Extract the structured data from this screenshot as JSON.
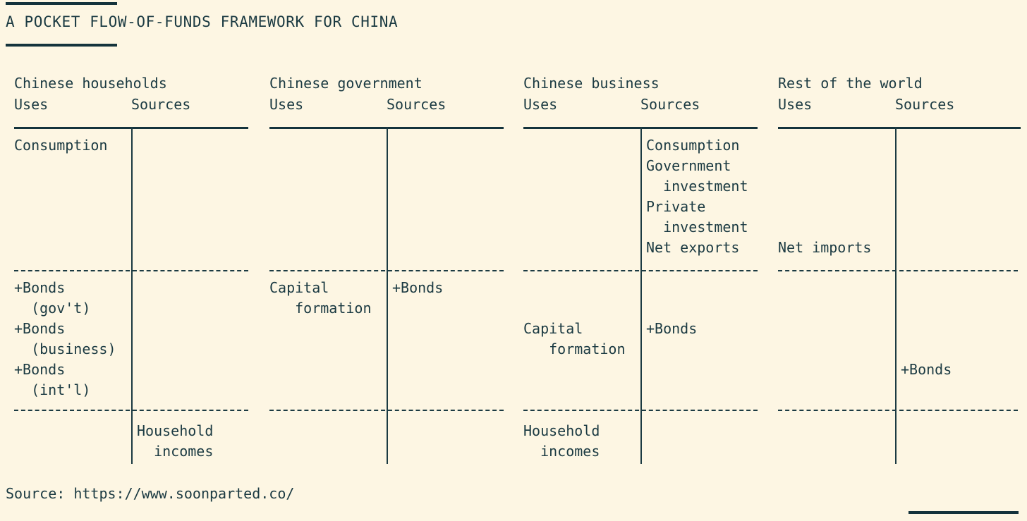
{
  "title": "A POCKET FLOW-OF-FUNDS FRAMEWORK FOR CHINA",
  "source": "Source: https://www.soonparted.co/",
  "colors": {
    "background": "#fdf6e3",
    "ink": "#1b3a42",
    "rule": "#14333c"
  },
  "column_headers": {
    "uses": "Uses",
    "sources": "Sources"
  },
  "sectors": [
    {
      "name": "Chinese households",
      "bands": {
        "top": {
          "uses": [
            "Consumption"
          ],
          "sources": []
        },
        "middle": {
          "uses": [
            "+Bonds",
            "  (gov't)",
            "+Bonds",
            "  (business)",
            "+Bonds",
            "  (int'l)"
          ],
          "sources": []
        },
        "bottom": {
          "uses": [],
          "sources": [
            "Household",
            "  incomes"
          ]
        }
      }
    },
    {
      "name": "Chinese government",
      "bands": {
        "top": {
          "uses": [],
          "sources": []
        },
        "middle": {
          "uses": [
            "Capital",
            "   formation"
          ],
          "sources": [
            "+Bonds"
          ]
        },
        "bottom": {
          "uses": [],
          "sources": []
        }
      }
    },
    {
      "name": "Chinese business",
      "bands": {
        "top": {
          "uses": [],
          "sources": [
            "Consumption",
            "Government",
            "  investment",
            "Private",
            "  investment",
            "Net exports"
          ]
        },
        "middle": {
          "uses": [
            "Capital",
            "   formation"
          ],
          "sources": [
            "+Bonds"
          ]
        },
        "bottom": {
          "uses": [
            "Household",
            "  incomes"
          ],
          "sources": []
        }
      }
    },
    {
      "name": "Rest of the world",
      "bands": {
        "top": {
          "uses": [
            "Net imports"
          ],
          "sources": []
        },
        "middle": {
          "uses": [],
          "sources": [
            "+Bonds"
          ]
        },
        "bottom": {
          "uses": [],
          "sources": []
        }
      }
    }
  ]
}
